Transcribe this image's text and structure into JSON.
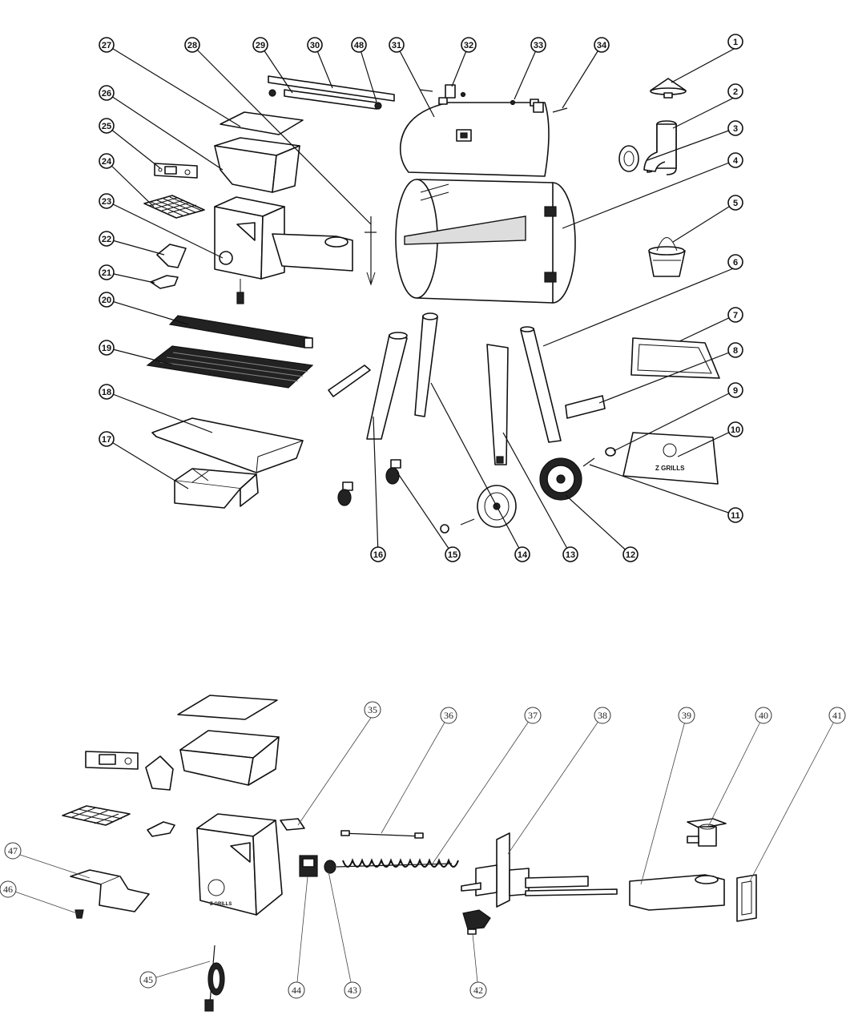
{
  "brand_logo_text": "Z GRILLS",
  "callouts_top": [
    "1",
    "2",
    "3",
    "4",
    "5",
    "6",
    "7",
    "8",
    "9",
    "10",
    "11",
    "12",
    "13",
    "14",
    "15",
    "16",
    "17",
    "18",
    "19",
    "20",
    "21",
    "22",
    "23",
    "24",
    "25",
    "26",
    "27",
    "28",
    "29",
    "30",
    "31",
    "32",
    "33",
    "34",
    "48"
  ],
  "callouts_bottom": [
    "35",
    "36",
    "37",
    "38",
    "39",
    "40",
    "41",
    "42",
    "43",
    "44",
    "45",
    "46",
    "47"
  ]
}
